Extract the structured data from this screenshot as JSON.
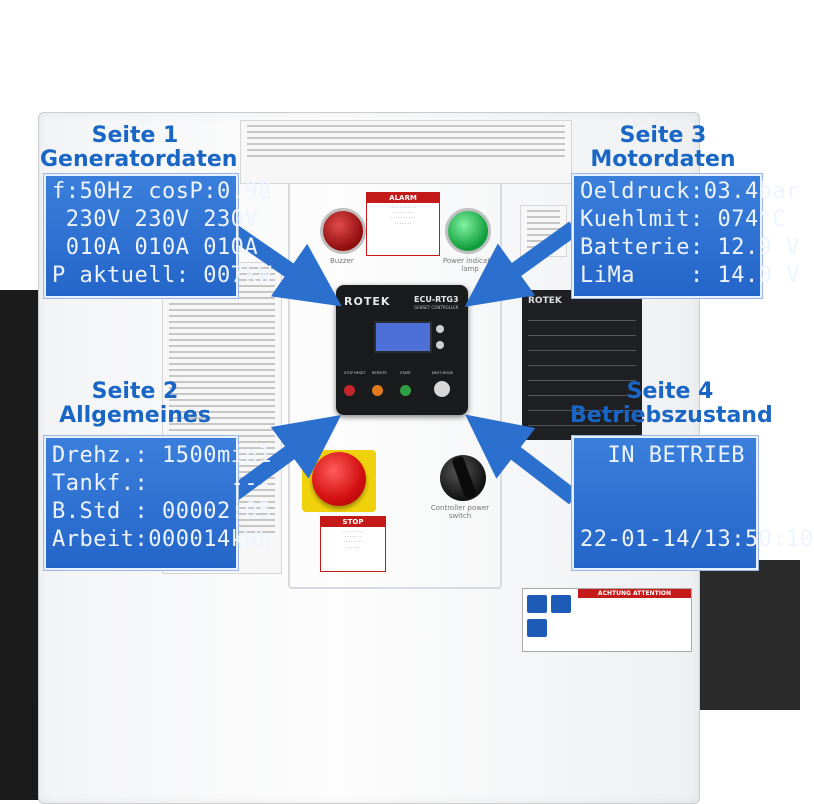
{
  "pages": [
    {
      "title_line1": "Seite 1",
      "title_line2": "Generatordaten",
      "lines": [
        "f:50Hz cosP:0.98",
        " 230V 230V 230V",
        " 010A 010A 010A",
        "P aktuell: 007kW"
      ]
    },
    {
      "title_line1": "Seite 2",
      "title_line2": "Allgemeines",
      "lines": [
        "Drehz.: 1500min1",
        "Tankf.:      ---",
        "B.Std : 00002:05",
        "Arbeit:000014kWh"
      ]
    },
    {
      "title_line1": "Seite 3",
      "title_line2": "Motordaten",
      "lines": [
        "Oeldruck:03.4bar",
        "Kuehlmit: 074°C",
        "Batterie: 12.9 V",
        "LiMa    : 14.0 V"
      ]
    },
    {
      "title_line1": "Seite 4",
      "title_line2": "Betriebszustand",
      "lines": [
        "  IN BETRIEB",
        "",
        "",
        "22-01-14/13:50:10"
      ]
    }
  ],
  "device": {
    "brand": "ROTEK",
    "model": "ECU-RTG3",
    "subtitle": "GENSET CONTROLLER",
    "buttons": [
      "STOP RESET",
      "REMOTE",
      "START",
      "NEXT MODE"
    ]
  },
  "labels": {
    "alarm": "ALARM",
    "stop": "STOP",
    "attention": "ACHTUNG ATTENTION",
    "buzzer": "Buzzer",
    "power": "Power indicator lamp",
    "controller_power": "Controller power switch"
  },
  "colors": {
    "title_blue": "#1a66c5",
    "lcd_blue": "#2a6fd2",
    "arrow_blue": "#2b6fcf",
    "alarm_red": "#c41a1a"
  }
}
